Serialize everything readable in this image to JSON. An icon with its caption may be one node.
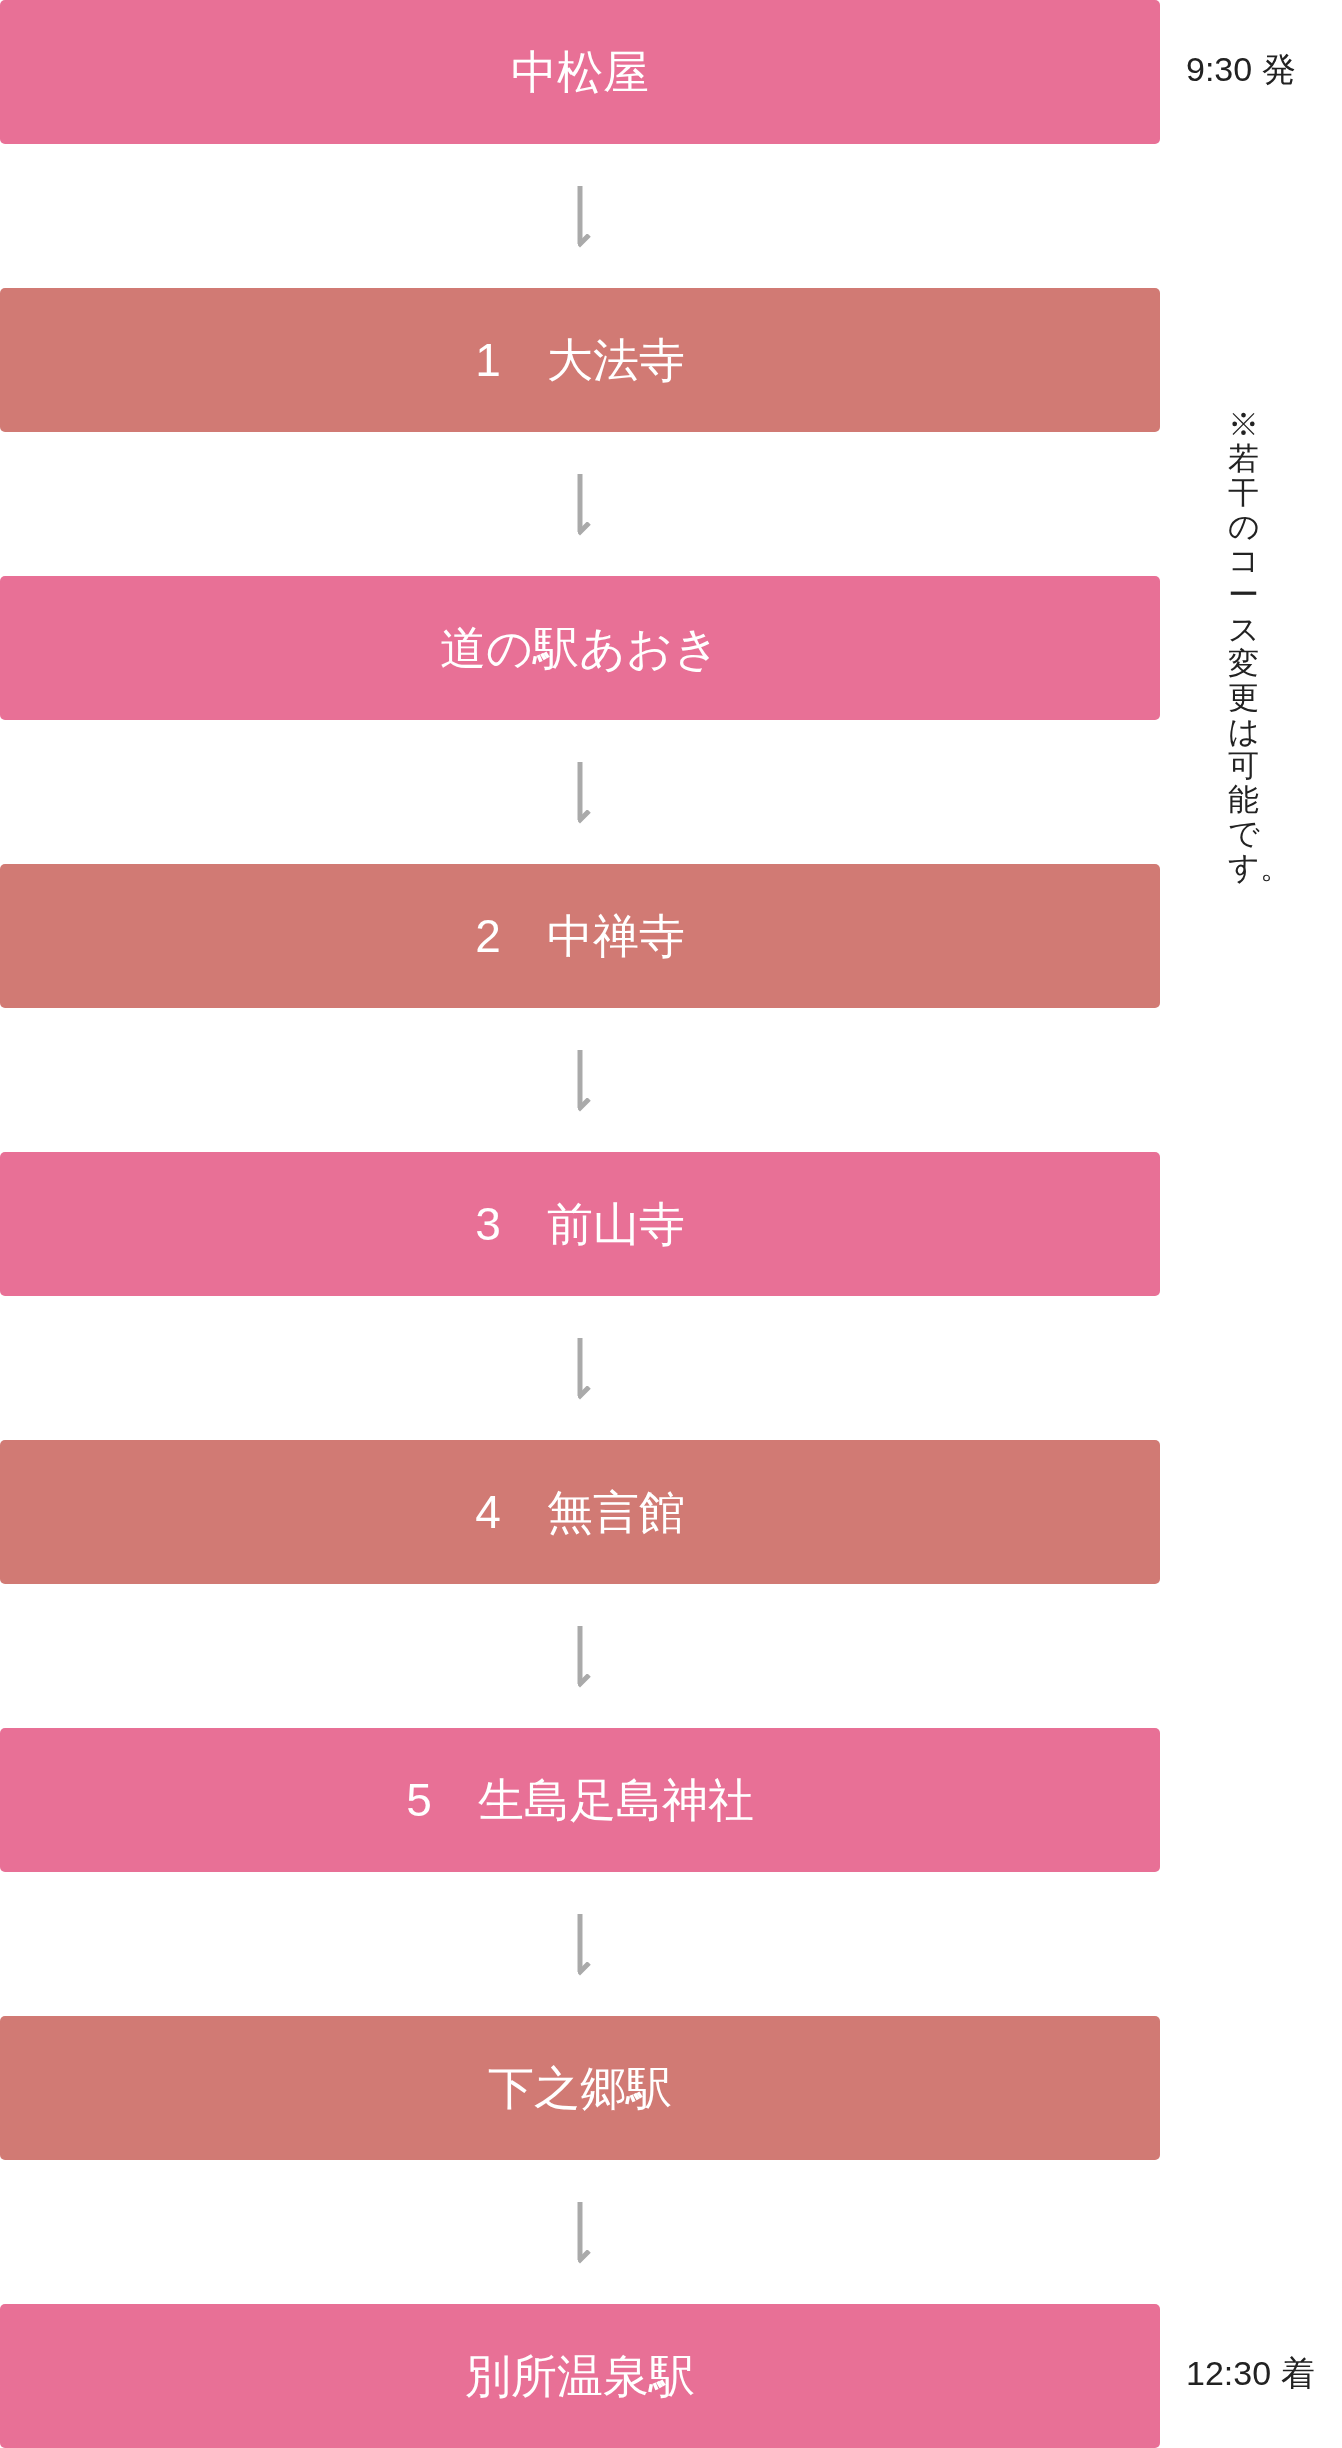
{
  "diagram": {
    "nodes": [
      {
        "text": [
          "中松屋"
        ],
        "beside": [
          "9:30 発"
        ]
      },
      {
        "text": [
          "1　大法寺"
        ]
      },
      {
        "text": [
          "道の駅あおき"
        ]
      },
      {
        "text": [
          "2　中禅寺"
        ]
      },
      {
        "text": [
          "3　前山寺"
        ]
      },
      {
        "text": [
          "4　無言館"
        ]
      },
      {
        "text": [
          "5　生島足島神社"
        ]
      },
      {
        "text": [
          "下之郷駅"
        ]
      },
      {
        "text": [
          "別所温泉駅"
        ],
        "beside": [
          "12:30 着"
        ]
      }
    ],
    "edges": [
      {
        "from": 0,
        "to": 1,
        "arrow": "to"
      },
      {
        "from": 1,
        "to": 2,
        "arrow": "to"
      },
      {
        "from": 2,
        "to": 3,
        "arrow": "to"
      },
      {
        "from": 3,
        "to": 4,
        "arrow": "to"
      },
      {
        "from": 4,
        "to": 5,
        "arrow": "to"
      },
      {
        "from": 5,
        "to": 6,
        "arrow": "to"
      },
      {
        "from": 6,
        "to": 7,
        "arrow": "to"
      },
      {
        "from": 7,
        "to": 8,
        "arrow": "to"
      }
    ],
    "labels": [
      "※若干のコース変更は可能です。"
    ]
  }
}
